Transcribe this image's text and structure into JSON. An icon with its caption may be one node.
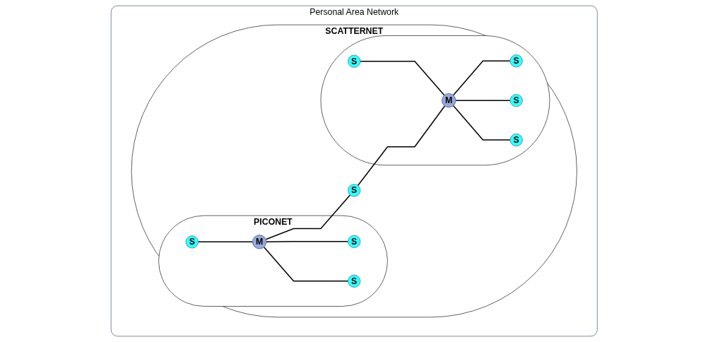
{
  "diagram": {
    "nodes": [
      {
        "text": [
          "Personal Area Network"
        ]
      },
      {
        "text": [
          "SCATTERNET"
        ],
        "in": 0
      },
      {
        "text": [
          "PICONET"
        ],
        "in": 1
      },
      {
        "text": [],
        "shape": "ellipse",
        "in": 1
      },
      {
        "text": [
          "S"
        ],
        "in": 2
      },
      {
        "text": [
          "S"
        ],
        "in": 3
      },
      {
        "text": [
          "S"
        ],
        "in": 3
      },
      {
        "text": [
          "S"
        ],
        "in": 2
      },
      {
        "text": [
          "M"
        ],
        "in": 2
      },
      {
        "text": [
          "M"
        ],
        "in": 3
      },
      {
        "text": [
          "S"
        ],
        "in": 1
      },
      {
        "text": [
          "S"
        ],
        "in": 3
      },
      {
        "text": [
          "S"
        ],
        "in": 2
      },
      {
        "text": [
          "S"
        ],
        "in": 3
      }
    ],
    "edges": [
      {
        "from": 8,
        "to": 4,
        "arrow": "none"
      },
      {
        "from": 7,
        "to": 8,
        "arrow": "none"
      },
      {
        "from": 8,
        "to": 12,
        "arrow": "none"
      },
      {
        "from": 8,
        "to": 10,
        "arrow": "none"
      },
      {
        "from": 10,
        "to": 9,
        "arrow": "none"
      },
      {
        "from": 5,
        "to": 9,
        "arrow": "none"
      },
      {
        "from": 9,
        "to": 6,
        "arrow": "none"
      },
      {
        "from": 9,
        "to": 11,
        "arrow": "none"
      },
      {
        "from": 9,
        "to": 13,
        "arrow": "none"
      }
    ]
  }
}
